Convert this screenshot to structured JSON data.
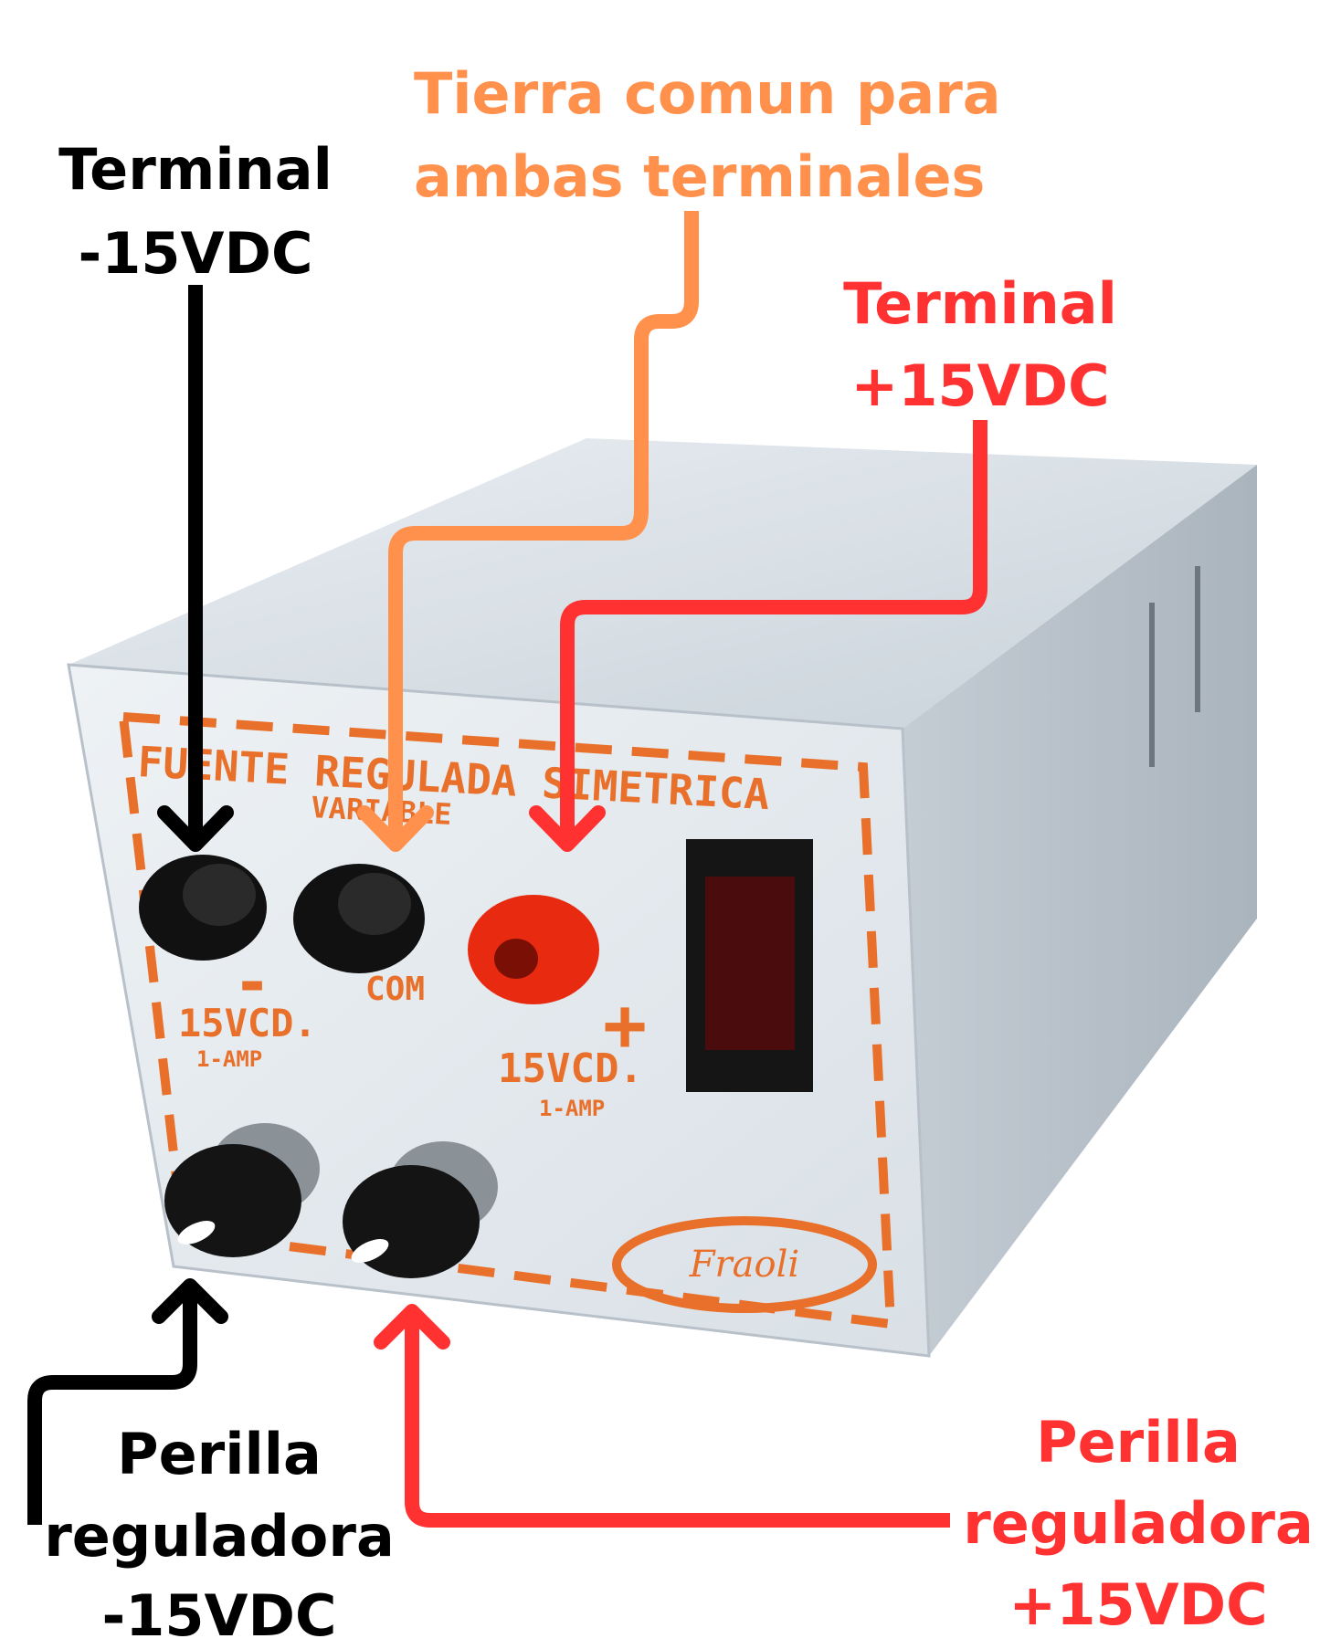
{
  "labels": {
    "terminal_neg": {
      "line1": "Terminal",
      "line2": "-15VDC"
    },
    "common_ground": {
      "line1": "Tierra comun para",
      "line2": "ambas terminales"
    },
    "terminal_pos": {
      "line1": "Terminal",
      "line2": "+15VDC"
    },
    "knob_neg": {
      "line1": "Perilla",
      "line2": "reguladora",
      "line3": "-15VDC"
    },
    "knob_pos": {
      "line1": "Perilla",
      "line2": "reguladora",
      "line3": "+15VDC"
    }
  },
  "panel": {
    "title": "FUENTE REGULADA SIMETRICA",
    "subtitle": "VARIABLE",
    "neg_sign": "-",
    "com": "COM",
    "pos_sign": "+",
    "neg_voltage": "15VCD.",
    "neg_current": "1-AMP",
    "pos_voltage": "15VCD.",
    "pos_current": "1-AMP",
    "brand": "Fraoli"
  },
  "colors": {
    "black": "#000000",
    "orange": "#ff914d",
    "red": "#ff3131",
    "panel_orange": "#e8702a",
    "metal": "#dfe6ec"
  }
}
